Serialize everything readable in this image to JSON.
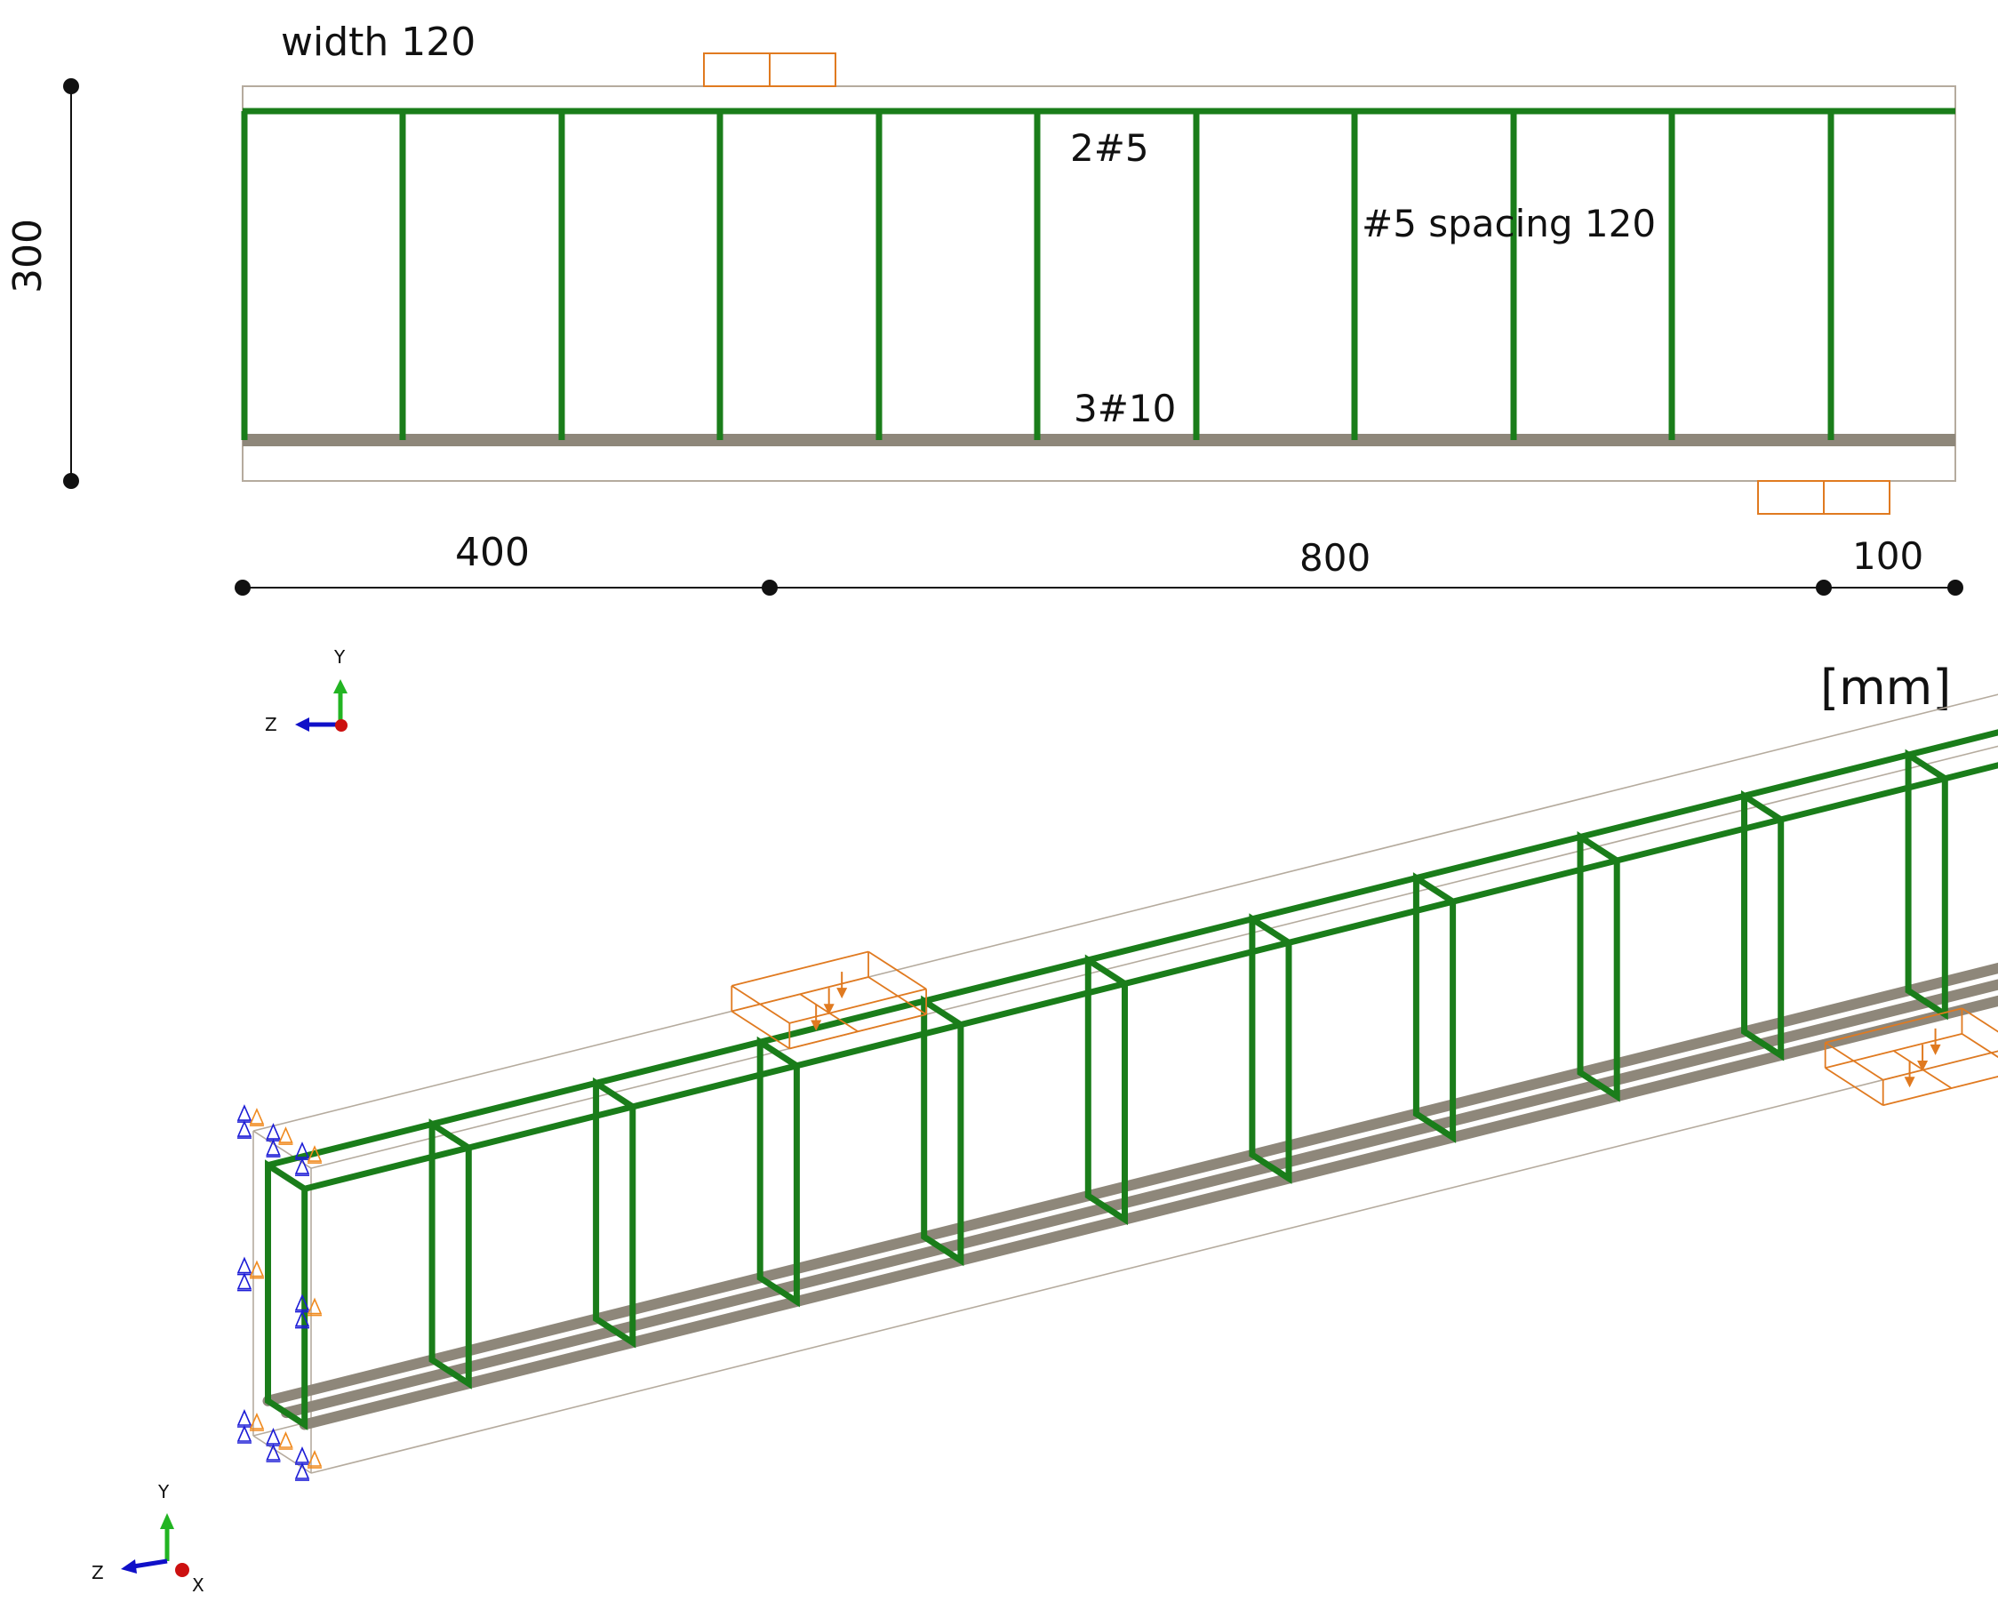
{
  "elevation": {
    "width_label": "width 120",
    "height_label": "300",
    "top_bar_label": "2#5",
    "stirrup_label": "#5 spacing 120",
    "bottom_bar_label": "3#10",
    "dims": [
      "400",
      "800",
      "100"
    ],
    "unit_label": "[mm]"
  },
  "axes": {
    "elevation": {
      "y": "Y",
      "z": "Z"
    },
    "isometric": {
      "y": "Y",
      "z": "Z",
      "x": "X"
    }
  },
  "colors": {
    "rebar_stirrup": "#1a7d1a",
    "rebar_bottom": "#8e877a",
    "outline": "#b5ab9e",
    "load_plate": "#e07a20",
    "support_blue": "#1c1cd6",
    "support_orange": "#f08a1e",
    "axis_y": "#22b422",
    "axis_z": "#1010c8",
    "axis_x": "#cc1010"
  },
  "icons": {
    "support": "support-cone-icon",
    "load": "load-arrow-icon",
    "axis_triad": "axis-triad-icon"
  }
}
